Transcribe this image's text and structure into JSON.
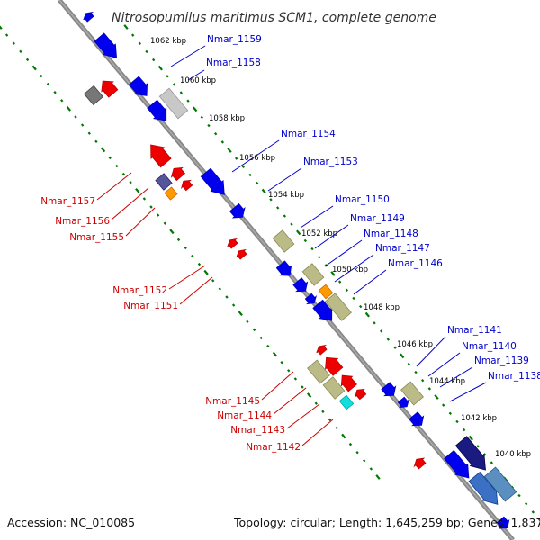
{
  "title": "Nitrosopumilus maritimus SCM1, complete genome",
  "footer": {
    "accession": "Accession: NC_010085",
    "summary": "Topology: circular; Length: 1,645,259 bp; Genes: 1,837"
  },
  "colors": {
    "forward_gene": "#0000ee",
    "reverse_gene": "#ee0000",
    "tick": "#007700",
    "backbone": "#888888",
    "forward_label": "#0000cc",
    "reverse_label": "#cc0000"
  },
  "kbp_markers": [
    "1062 kbp",
    "1060 kbp",
    "1058 kbp",
    "1056 kbp",
    "1054 kbp",
    "1052 kbp",
    "1050 kbp",
    "1048 kbp",
    "1046 kbp",
    "1044 kbp",
    "1042 kbp",
    "1040 kbp"
  ],
  "forward_labels": [
    "Nmar_1159",
    "Nmar_1158",
    "Nmar_1154",
    "Nmar_1153",
    "Nmar_1150",
    "Nmar_1149",
    "Nmar_1148",
    "Nmar_1147",
    "Nmar_1146",
    "Nmar_1141",
    "Nmar_1140",
    "Nmar_1139",
    "Nmar_1138"
  ],
  "reverse_labels": [
    "Nmar_1157",
    "Nmar_1156",
    "Nmar_1155",
    "Nmar_1152",
    "Nmar_1151",
    "Nmar_1145",
    "Nmar_1144",
    "Nmar_1143",
    "Nmar_1142"
  ]
}
